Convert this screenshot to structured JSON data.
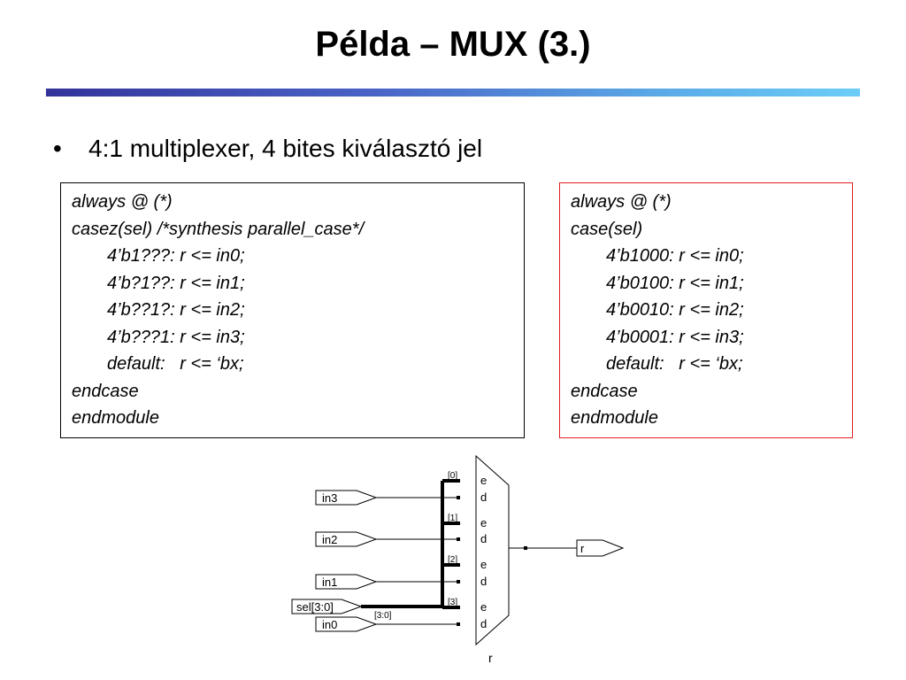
{
  "slide": {
    "title": "Példa – MUX (3.)",
    "bullet": "4:1 multiplexer, 4 bites kiválasztó jel"
  },
  "code_left": {
    "lines": [
      {
        "text": "always @ (*)",
        "indent": false
      },
      {
        "text": "casez(sel) /*synthesis parallel_case*/",
        "indent": false
      },
      {
        "text": "4’b1???: r <= in0;",
        "indent": true
      },
      {
        "text": "4’b?1??: r <= in1;",
        "indent": true
      },
      {
        "text": "4’b??1?: r <= in2;",
        "indent": true
      },
      {
        "text": "4’b???1: r <= in3;",
        "indent": true
      },
      {
        "text": "default:   r <= ‘bx;",
        "indent": true
      },
      {
        "text": "endcase",
        "indent": false
      },
      {
        "text": "endmodule",
        "indent": false
      }
    ]
  },
  "code_right": {
    "lines": [
      {
        "text": "always @ (*)",
        "indent": false
      },
      {
        "text": "case(sel)",
        "indent": false
      },
      {
        "text": "4’b1000: r <= in0;",
        "indent": true
      },
      {
        "text": "4’b0100: r <= in1;",
        "indent": true
      },
      {
        "text": "4’b0010: r <= in2;",
        "indent": true
      },
      {
        "text": "4’b0001: r <= in3;",
        "indent": true
      },
      {
        "text": "default:   r <= ‘bx;",
        "indent": true
      },
      {
        "text": "endcase",
        "indent": false
      },
      {
        "text": "endmodule",
        "indent": false
      }
    ]
  },
  "schematic": {
    "ports": {
      "in3": "in3",
      "in2": "in2",
      "in1": "in1",
      "in0": "in0",
      "sel": "sel[3:0]",
      "out": "r"
    },
    "bus_label": "[3:0]",
    "bit_labels": [
      "[0]",
      "[1]",
      "[2]",
      "[3]"
    ],
    "pin_e": "e",
    "pin_d": "d",
    "mux_label": "r"
  }
}
